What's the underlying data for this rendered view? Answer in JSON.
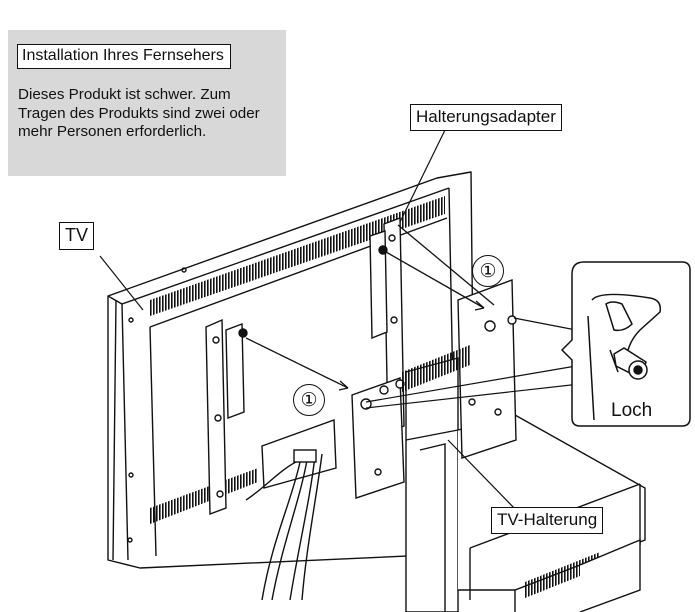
{
  "note": {
    "title": "Installation Ihres Fernsehers",
    "text": "Dieses Produkt ist schwer. Zum Tragen des Produkts sind zwei oder mehr Personen erforderlich."
  },
  "labels": {
    "adapter": "Halterungsadapter",
    "tv": "TV",
    "tv_halterung": "TV-Halterung",
    "loch": "Loch"
  },
  "steps": {
    "first": "①",
    "second": "①"
  },
  "colors": {
    "line": "#111111",
    "note_background": "#d8d8d8",
    "background": "#ffffff"
  }
}
